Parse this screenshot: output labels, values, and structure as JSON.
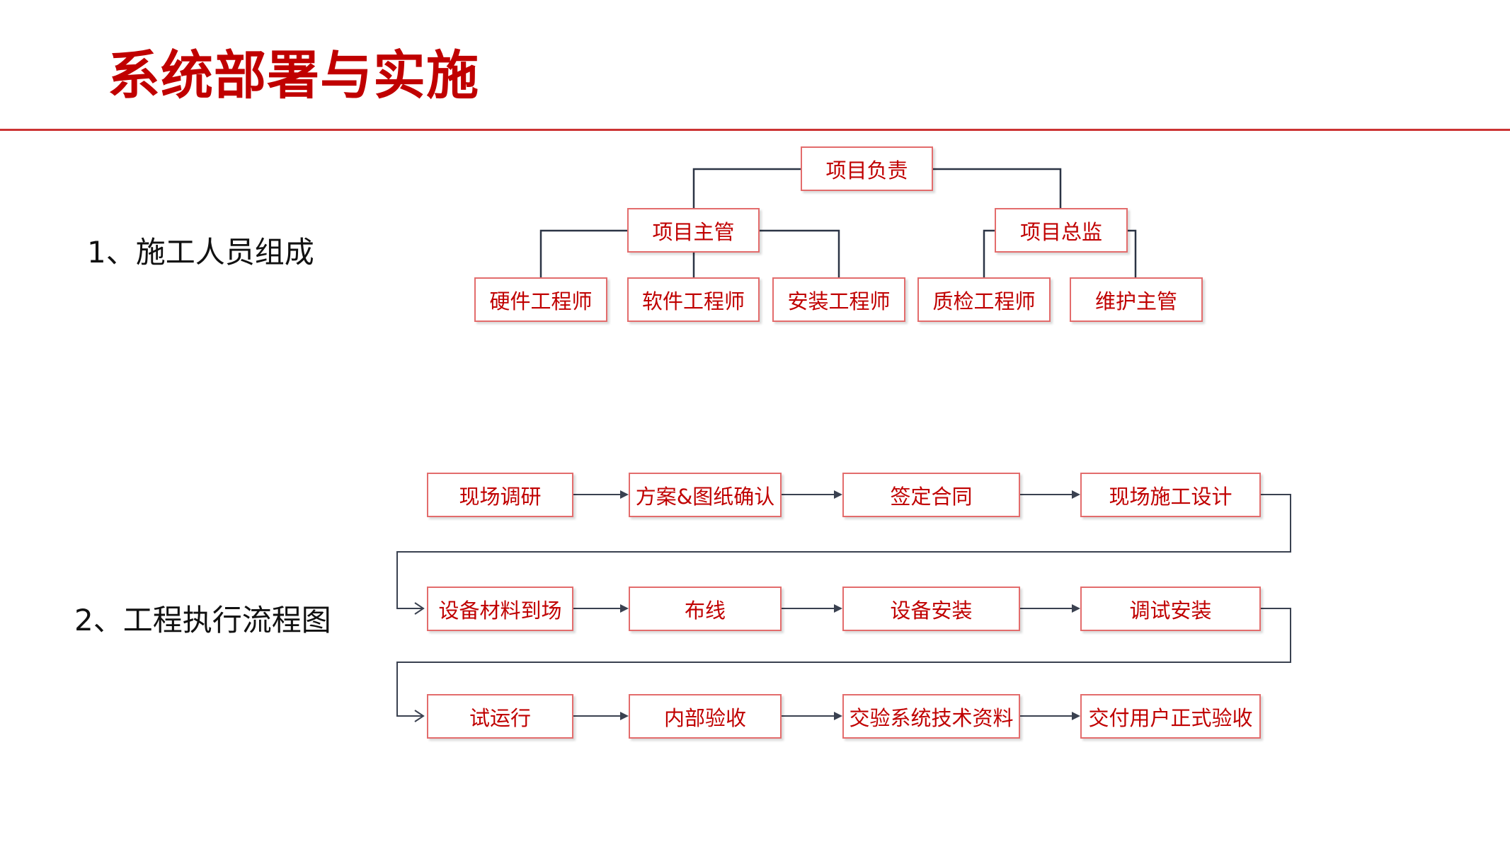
{
  "page": {
    "title": "系统部署与实施"
  },
  "sections": {
    "org": {
      "label": "1、施工人员组成"
    },
    "flow": {
      "label": "2、工程执行流程图"
    }
  },
  "org_chart": {
    "root": "项目负责",
    "manager": "项目主管",
    "supervisor": "项目总监",
    "manager_reports": [
      "硬件工程师",
      "软件工程师",
      "安装工程师"
    ],
    "supervisor_reports": [
      "质检工程师",
      "维护主管"
    ]
  },
  "flow_chart": {
    "rows": [
      [
        "现场调研",
        "方案&图纸确认",
        "签定合同",
        "现场施工设计"
      ],
      [
        "设备材料到场",
        "布线",
        "设备安装",
        "调试安装"
      ],
      [
        "试运行",
        "内部验收",
        "交验系统技术资料",
        "交付用户正式验收"
      ]
    ]
  },
  "colors": {
    "accent": "#c00000",
    "title_rule": "#cc3333",
    "box_border": "#e36c6c",
    "box_text": "#c00000",
    "org_line": "#2b3445",
    "flow_line": "#3a4150"
  }
}
